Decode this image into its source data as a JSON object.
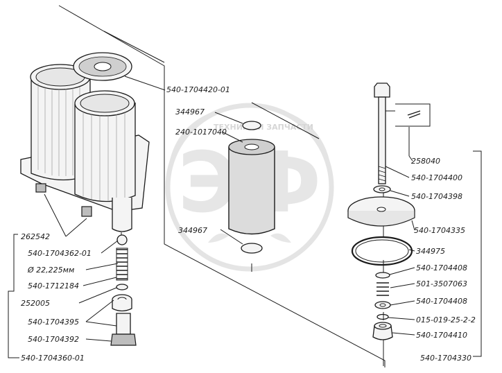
{
  "watermark": {
    "letters": "ЭФ",
    "arc_text": "ТЕХНИКА И ЗАПЧАСТИ",
    "color": "#c8c8c8"
  },
  "labels": {
    "cover_plate": "540-1704420-01",
    "oring_top": "344967",
    "element": "240-1017040",
    "oring_bottom": "344967",
    "pin": "258040",
    "bolt": "540-1704400",
    "washer_top": "540-1704398",
    "disc": "540-1704335",
    "seal_ring": "344975",
    "washer_mid": "540-1704408",
    "spring_right": "501-3507063",
    "washer_lower": "540-1704408",
    "oring_small": "015-019-25-2-2",
    "nut_fitting": "540-1704410",
    "assembly_right": "540-1704330",
    "plug": "262542",
    "ball": "540-1704362-01",
    "ball_size": "Ø 22,225мм",
    "spring_left": "540-1712184",
    "washer_left": "252005",
    "seat": "540-1704395",
    "plug_bolt": "540-1704392",
    "assembly_left": "540-1704360-01"
  }
}
